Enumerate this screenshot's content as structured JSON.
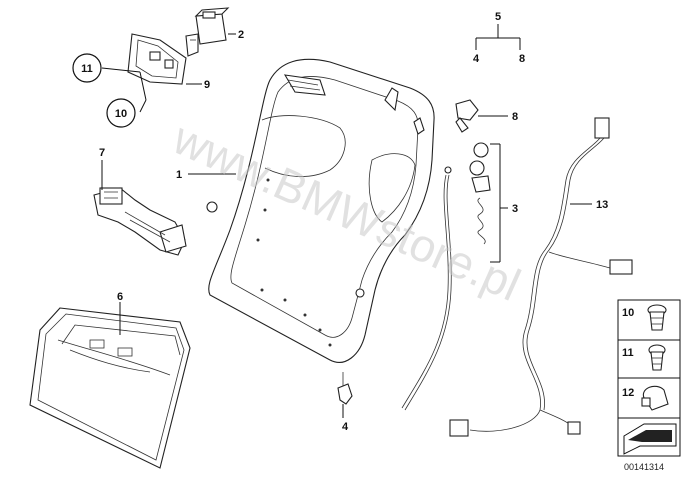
{
  "watermark": "www.BMWstore.pl",
  "diagram_code": "00141314",
  "part_labels": {
    "p1": "1",
    "p2": "2",
    "p3": "3",
    "p4": "4",
    "p5": "5",
    "p5_left": "4",
    "p5_right": "8",
    "p6": "6",
    "p7": "7",
    "p8": "8",
    "p9": "9",
    "p10": "10",
    "p11": "11",
    "p13": "13"
  },
  "legend": {
    "l10": "10",
    "l11": "11",
    "l12": "12"
  }
}
